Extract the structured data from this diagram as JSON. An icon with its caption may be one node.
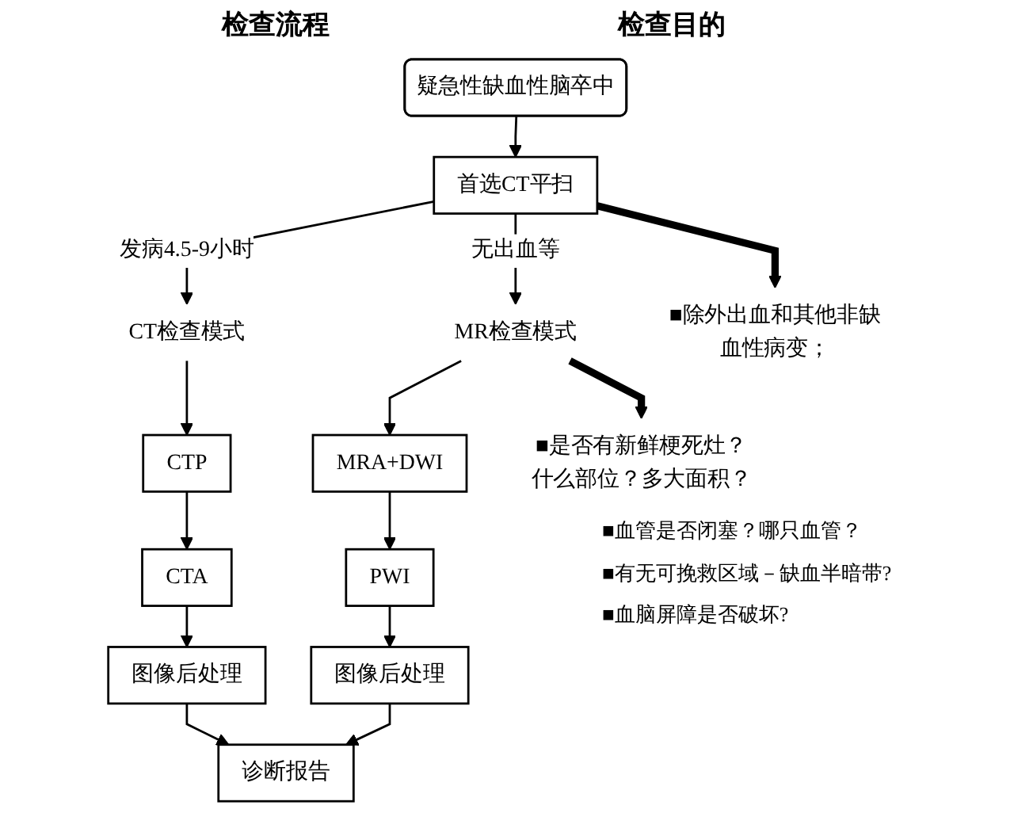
{
  "diagram": {
    "nodes": [
      {
        "text": [
          "疑急性缺血性脑卒中"
        ]
      },
      {
        "text": [
          "首选CT平扫"
        ]
      },
      {
        "text": [
          "■除外出血和其他非缺血性病变；"
        ]
      },
      {
        "text": [
          "CT检查模式"
        ]
      },
      {
        "text": [
          "MR检查模式"
        ]
      },
      {
        "text": [
          "■是否有新鲜梗死灶？什么部位？多大面积？"
        ]
      },
      {
        "text": [
          "CTP"
        ]
      },
      {
        "text": [
          "MRA+DWI"
        ]
      },
      {
        "text": [
          "CTA"
        ]
      },
      {
        "text": [
          "PWI"
        ]
      },
      {
        "text": [
          "图像后处理"
        ]
      },
      {
        "text": [
          "图像后处理"
        ]
      },
      {
        "text": [
          "诊断报告"
        ]
      }
    ],
    "edges": [
      {
        "from": 0,
        "to": 1,
        "arrow": "to"
      },
      {
        "from": 1,
        "to": 3,
        "arrow": "to",
        "label": "发病4.5-9小时"
      },
      {
        "from": 1,
        "to": 4,
        "arrow": "to",
        "label": "无出血等"
      },
      {
        "from": 1,
        "to": 2,
        "arrow": "to",
        "style": "thick"
      },
      {
        "from": 3,
        "to": 6,
        "arrow": "to"
      },
      {
        "from": 4,
        "to": 7,
        "arrow": "to"
      },
      {
        "from": 4,
        "to": 5,
        "arrow": "to",
        "style": "thick"
      },
      {
        "from": 6,
        "to": 8,
        "arrow": "to"
      },
      {
        "from": 7,
        "to": 9,
        "arrow": "to"
      },
      {
        "from": 8,
        "to": 10,
        "arrow": "to"
      },
      {
        "from": 9,
        "to": 11,
        "arrow": "to"
      },
      {
        "from": 10,
        "to": 12,
        "arrow": "to"
      },
      {
        "from": 11,
        "to": 12,
        "arrow": "to"
      }
    ],
    "labels": [
      "检查流程",
      "检查目的",
      "■血管是否闭塞？哪只血管？",
      "■有无可挽救区域－缺血半暗带?",
      "■血脑屏障是否破坏?"
    ]
  }
}
